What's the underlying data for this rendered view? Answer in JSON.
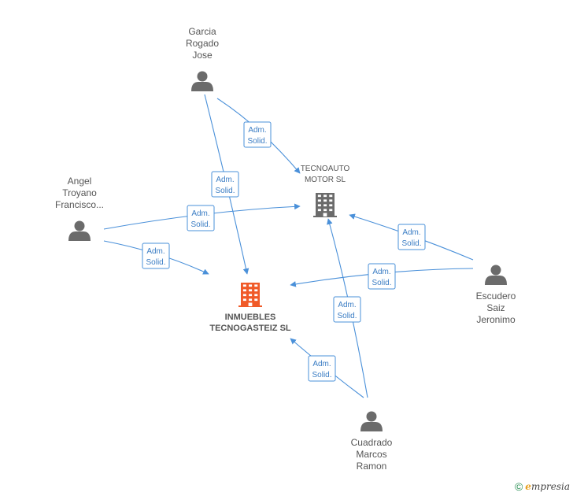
{
  "nodes": {
    "garcia": {
      "lines": [
        "Garcia",
        "Rogado",
        "Jose"
      ],
      "type": "person"
    },
    "angel": {
      "lines": [
        "Angel",
        "Troyano",
        "Francisco..."
      ],
      "type": "person"
    },
    "escudero": {
      "lines": [
        "Escudero",
        "Saiz",
        "Jeronimo"
      ],
      "type": "person"
    },
    "cuadrado": {
      "lines": [
        "Cuadrado",
        "Marcos",
        "Ramon"
      ],
      "type": "person"
    },
    "tecnoauto": {
      "lines": [
        "TECNOAUTO",
        "MOTOR SL"
      ],
      "type": "company"
    },
    "inmuebles": {
      "lines": [
        "INMUEBLES",
        "TECNOGASTEIZ SL"
      ],
      "type": "company",
      "highlight": true
    }
  },
  "edges": [
    {
      "from": "garcia",
      "to": "tecnoauto",
      "label": [
        "Adm.",
        "Solid."
      ]
    },
    {
      "from": "garcia",
      "to": "inmuebles",
      "label": [
        "Adm.",
        "Solid."
      ]
    },
    {
      "from": "angel",
      "to": "tecnoauto",
      "label": [
        "Adm.",
        "Solid."
      ]
    },
    {
      "from": "angel",
      "to": "inmuebles",
      "label": [
        "Adm.",
        "Solid."
      ]
    },
    {
      "from": "escudero",
      "to": "tecnoauto",
      "label": [
        "Adm.",
        "Solid."
      ]
    },
    {
      "from": "escudero",
      "to": "inmuebles",
      "label": [
        "Adm.",
        "Solid."
      ]
    },
    {
      "from": "cuadrado",
      "to": "tecnoauto",
      "label": [
        "Adm.",
        "Solid."
      ]
    },
    {
      "from": "cuadrado",
      "to": "inmuebles",
      "label": [
        "Adm.",
        "Solid."
      ]
    }
  ],
  "colors": {
    "edge": "#4a90d9",
    "person": "#6b6b6b",
    "company": "#6b6b6b",
    "highlight": "#f05a28"
  },
  "footer": {
    "copyright": "©",
    "brand_first": "e",
    "brand_rest": "mpresia"
  }
}
